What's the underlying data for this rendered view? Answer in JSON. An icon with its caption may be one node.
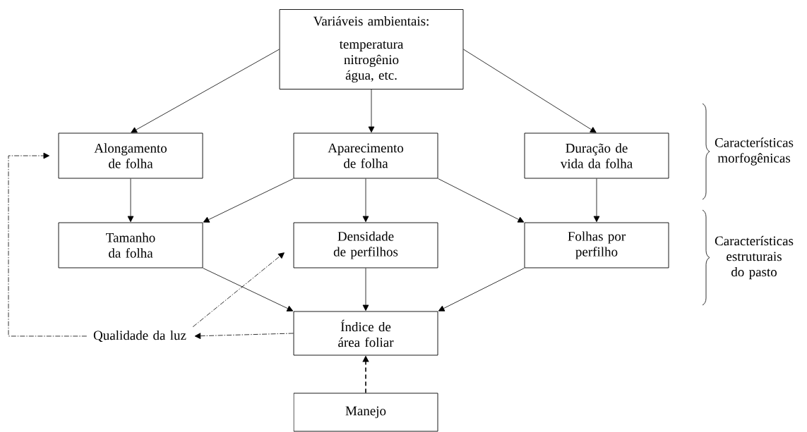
{
  "diagram": {
    "nodes": [
      {
        "text": [
          "Variáveis ambientais:",
          "temperatura nitrogênio água, etc."
        ]
      },
      {
        "text": [
          "Alongamento de folha"
        ]
      },
      {
        "text": [
          "Aparecimento de folha"
        ]
      },
      {
        "text": [
          "Duração de vida da folha"
        ]
      },
      {
        "text": [
          "Tamanho da folha"
        ]
      },
      {
        "text": [
          "Densidade de perfilhos"
        ]
      },
      {
        "text": [
          "Folhas por perfilho"
        ]
      },
      {
        "text": [
          "Índice de área foliar"
        ]
      },
      {
        "text": [
          "Qualidade da luz"
        ]
      },
      {
        "text": [
          "Manejo"
        ]
      }
    ],
    "edges": [
      {
        "from": 0,
        "to": 1,
        "arrow": "to"
      },
      {
        "from": 0,
        "to": 2,
        "arrow": "to"
      },
      {
        "from": 0,
        "to": 3,
        "arrow": "to"
      },
      {
        "from": 1,
        "to": 4,
        "arrow": "to"
      },
      {
        "from": 2,
        "to": 4,
        "arrow": "to"
      },
      {
        "from": 2,
        "to": 5,
        "arrow": "to"
      },
      {
        "from": 2,
        "to": 6,
        "arrow": "to"
      },
      {
        "from": 3,
        "to": 6,
        "arrow": "to"
      },
      {
        "from": 4,
        "to": 7,
        "arrow": "to"
      },
      {
        "from": 5,
        "to": 7,
        "arrow": "to"
      },
      {
        "from": 6,
        "to": 7,
        "arrow": "to"
      },
      {
        "from": 7,
        "to": 8,
        "arrow": "to",
        "style": "dashed"
      },
      {
        "from": 8,
        "to": 1,
        "arrow": "to",
        "style": "dashed"
      },
      {
        "from": 8,
        "to": 5,
        "arrow": "to",
        "style": "dashed"
      },
      {
        "from": 9,
        "to": 7,
        "arrow": "to",
        "style": "dashed"
      }
    ],
    "labels": [
      "Características morfogênicas",
      "Características estruturais do pasto"
    ]
  }
}
